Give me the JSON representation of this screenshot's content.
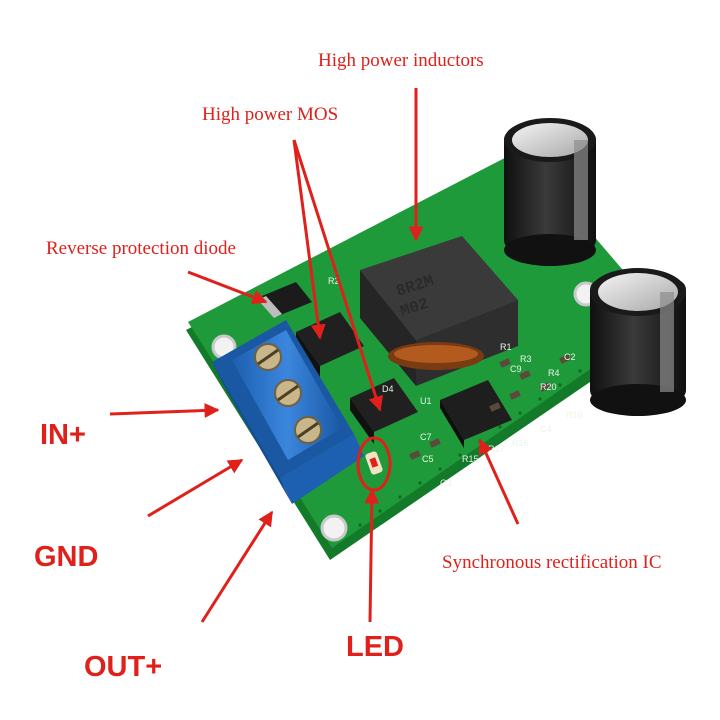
{
  "callouts": {
    "inductor": "High power inductors",
    "mos": "High power MOS",
    "diode": "Reverse protection diode",
    "in_plus": "IN+",
    "gnd": "GND",
    "out_plus": "OUT+",
    "led": "LED",
    "ic": "Synchronous rectification IC"
  },
  "board": {
    "inductor_marking_line1": "8R2M",
    "inductor_marking_line2": "M02",
    "silk": [
      "R2",
      "R1",
      "R3",
      "R4",
      "R19",
      "R20",
      "R16",
      "R17",
      "R15",
      "C2",
      "C3",
      "C4",
      "C5",
      "C7",
      "C9",
      "D4",
      "U1"
    ]
  },
  "colors": {
    "arrow": "#e0201b",
    "pcb": "#1e9a3a",
    "pcb_dark": "#137a2a",
    "terminal": "#2a73c9",
    "capacitor": "#1c1c1c",
    "chip": "#1e1e1e"
  }
}
